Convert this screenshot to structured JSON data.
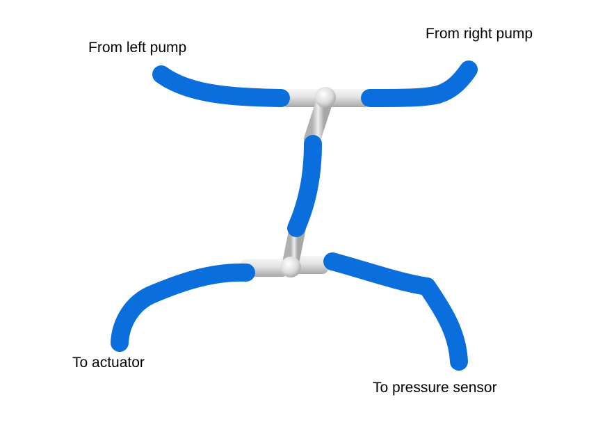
{
  "labels": {
    "left_pump": "From left pump",
    "right_pump": "From right pump",
    "actuator": "To actuator",
    "pressure_sensor": "To pressure sensor"
  },
  "colors": {
    "tube": "#0a6fdc",
    "connector_light": "#f4f4f4",
    "connector_mid": "#d6d6d6",
    "connector_dark": "#a9a9a9"
  }
}
